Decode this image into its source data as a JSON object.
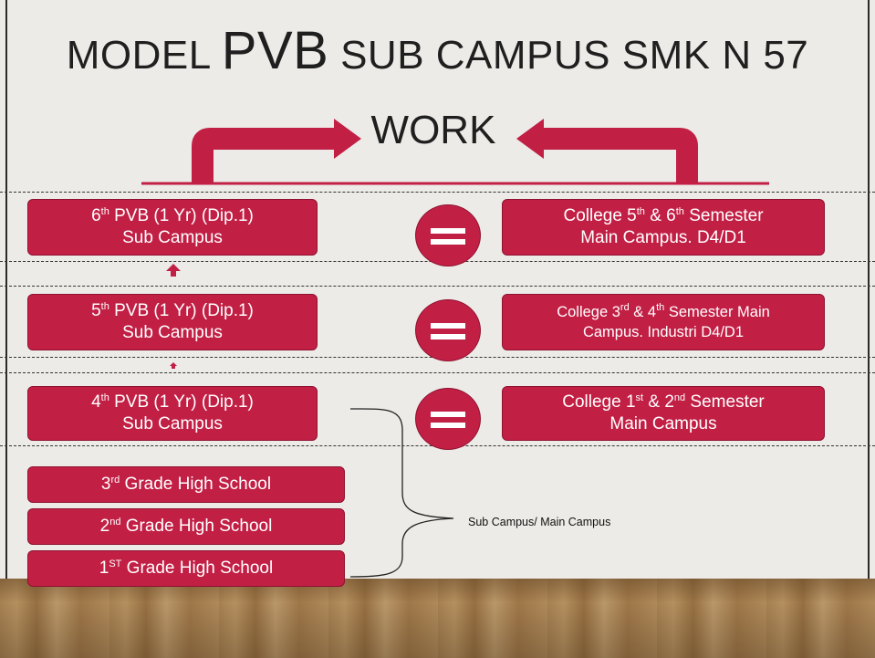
{
  "title": {
    "prefix": "MODEL ",
    "big": "PVB",
    "suffix": " SUB CAMPUS SMK N 57"
  },
  "work_label": "WORK",
  "colors": {
    "box": "#c21f45",
    "box_border": "#8f1230",
    "text": "#ffffff"
  },
  "rows": [
    {
      "left": {
        "ord": "6",
        "ord_sup": "th",
        "line1_rest": " PVB (1 Yr) (Dip.1)",
        "line2": "Sub Campus"
      },
      "right": {
        "pre": "College 5",
        "sup1": "th",
        "mid": " & 6",
        "sup2": "th",
        "post": " Semester",
        "line2": "Main Campus. D4/D1"
      }
    },
    {
      "left": {
        "ord": "5",
        "ord_sup": "th",
        "line1_rest": " PVB (1 Yr) (Dip.1)",
        "line2": "Sub Campus"
      },
      "right": {
        "pre": "College 3",
        "sup1": "rd",
        "mid": " & 4",
        "sup2": "th",
        "post": " Semester Main",
        "line2": "Campus. Industri D4/D1"
      }
    },
    {
      "left": {
        "ord": "4",
        "ord_sup": "th",
        "line1_rest": " PVB (1 Yr) (Dip.1)",
        "line2": "Sub Campus"
      },
      "right": {
        "pre": "College 1",
        "sup1": "st",
        "mid": " & 2",
        "sup2": "nd",
        "post": " Semester",
        "line2": "Main Campus"
      }
    }
  ],
  "grades": [
    {
      "num": "3",
      "sup": "rd",
      "rest": " Grade High School"
    },
    {
      "num": "2",
      "sup": "nd",
      "rest": " Grade High School"
    },
    {
      "num": "1",
      "sup": "ST",
      "rest": " Grade High School"
    }
  ],
  "bracket_label": "Sub Campus/ Main Campus"
}
